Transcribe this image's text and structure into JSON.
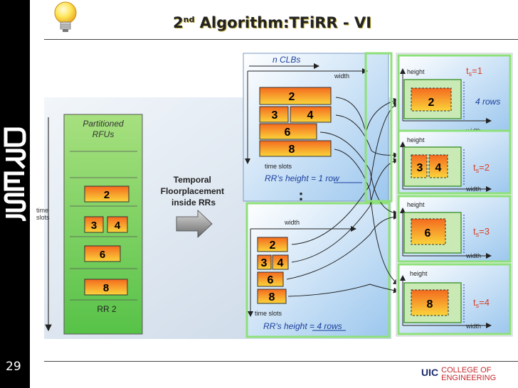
{
  "slide": {
    "title_prefix": "2",
    "title_sup": "nd",
    "title_rest": " Algorithm:TFiRR - VI",
    "page_number": "29",
    "side_logo": "DRESD",
    "footer_uic": "UIC",
    "footer_college_line1": "COLLEGE OF",
    "footer_college_line2": "ENGINEERING"
  },
  "diagram": {
    "left": {
      "time_axis": "time\nslots",
      "header": "Partitioned\nRFUs",
      "blocks": [
        "2",
        "3",
        "4",
        "6",
        "8"
      ],
      "footer": "RR 2"
    },
    "arrow_label": "Temporal\nFloorplacement\ninside RRs",
    "top_panel": {
      "n_clbs": "n CLBs",
      "width": "width",
      "rows": [
        [
          "2"
        ],
        [
          "3",
          "4"
        ],
        [
          "6"
        ],
        [
          "8"
        ]
      ],
      "time_slots": "time slots",
      "height_text": "RR's height = 1 row"
    },
    "ellipsis": "⋮",
    "bottom_panel": {
      "width": "width",
      "rows": [
        [
          "2"
        ],
        [
          "3",
          "4"
        ],
        [
          "6"
        ],
        [
          "8"
        ]
      ],
      "time_slots": "time slots",
      "height_text": "RR's height = 4 rows"
    },
    "right_panels": [
      {
        "height": "height",
        "content": [
          "2"
        ],
        "ts_base": "t",
        "ts_sub": "s",
        "ts_val": "=1",
        "width": "width",
        "rows_label": "4 rows"
      },
      {
        "height": "height",
        "content": [
          "3",
          "4"
        ],
        "ts_base": "t",
        "ts_sub": "s",
        "ts_val": "=2",
        "width": "width"
      },
      {
        "height": "height",
        "content": [
          "6"
        ],
        "ts_base": "t",
        "ts_sub": "s",
        "ts_val": "=3",
        "width": "width"
      },
      {
        "height": "height",
        "content": [
          "8"
        ],
        "ts_base": "t",
        "ts_sub": "s",
        "ts_val": "=4",
        "width": "width"
      }
    ]
  },
  "colors": {
    "accent_red": "#d8402a",
    "green_frame": "#8ee07a",
    "blue_text": "#1b3f9c",
    "block_grad_top": "#f46a1f",
    "block_grad_bottom": "#fbd43a"
  }
}
